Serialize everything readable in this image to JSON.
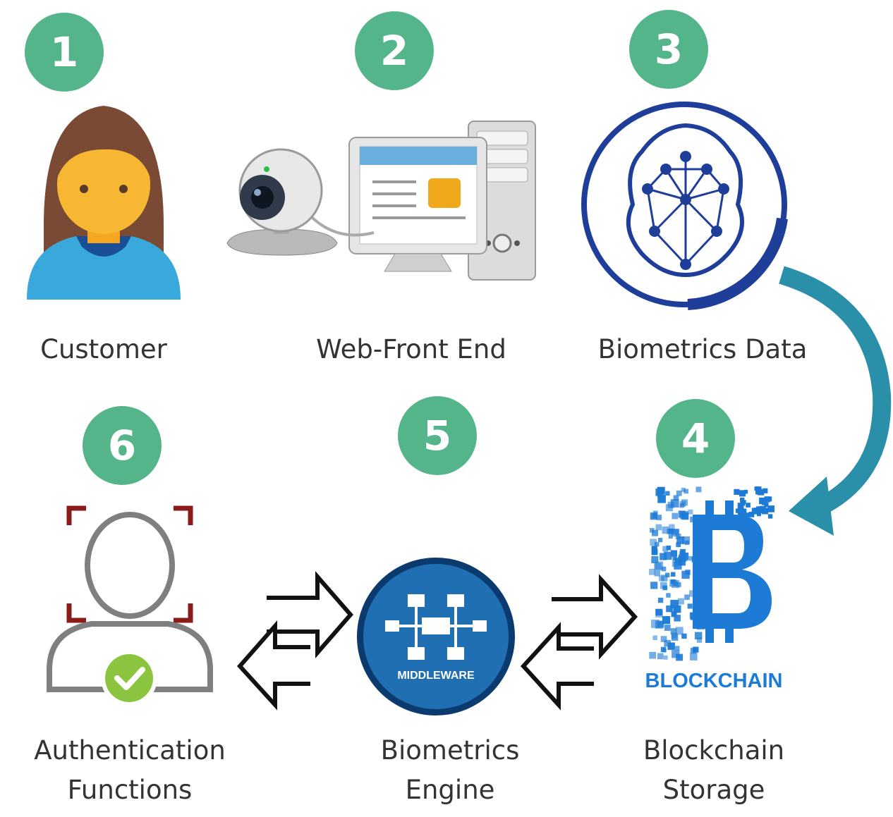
{
  "colors": {
    "badge": "#54b58a",
    "arrow": "#2a8fa8",
    "ring": "#1e3e9a",
    "middleware": "#1f6fb2",
    "blockchain": "#1d7bd6",
    "check": "#8bc53f",
    "bracket": "#8b1a1a"
  },
  "steps": [
    {
      "number": "1",
      "label": "Customer",
      "icon": "customer-icon"
    },
    {
      "number": "2",
      "label": "Web-Front End",
      "icon": "webcam-computer-icon"
    },
    {
      "number": "3",
      "label": "Biometrics Data",
      "icon": "face-scan-icon"
    },
    {
      "number": "4",
      "label_line1": "Blockchain",
      "label_line2": "Storage",
      "icon": "blockchain-icon"
    },
    {
      "number": "5",
      "label_line1": "Biometrics",
      "label_line2": "Engine",
      "icon": "middleware-icon"
    },
    {
      "number": "6",
      "label_line1": "Authentication",
      "label_line2": "Functions",
      "icon": "user-verified-icon"
    }
  ],
  "middleware_text": "MIDDLEWARE",
  "blockchain_text": "BLOCKCHAIN"
}
